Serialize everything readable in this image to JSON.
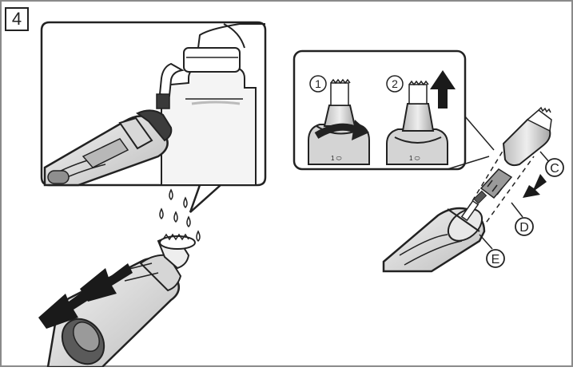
{
  "step": {
    "number": "4"
  },
  "inset": {
    "step1_label": "1",
    "step2_label": "2"
  },
  "parts": {
    "c": "C",
    "d": "D",
    "e": "E"
  },
  "colors": {
    "line": "#222222",
    "shade": "#c9c9c9",
    "light": "#e6e6e6",
    "frame": "#8a8a8a"
  }
}
